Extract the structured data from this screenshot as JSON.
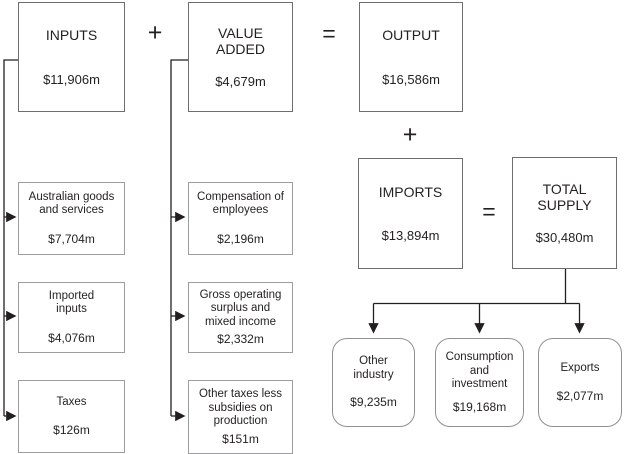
{
  "diagram": {
    "nodes": {
      "inputs": {
        "label": "INPUTS",
        "value": "$11,906m"
      },
      "value_added": {
        "label": "VALUE\nADDED",
        "value": "$4,679m"
      },
      "output": {
        "label": "OUTPUT",
        "value": "$16,586m"
      },
      "imports": {
        "label": "IMPORTS",
        "value": "$13,894m"
      },
      "total_supply": {
        "label": "TOTAL\nSUPPLY",
        "value": "$30,480m"
      },
      "australian_goods": {
        "label": "Australian goods\nand services",
        "value": "$7,704m"
      },
      "imported_inputs": {
        "label": "Imported\ninputs",
        "value": "$4,076m"
      },
      "taxes": {
        "label": "Taxes",
        "value": "$126m"
      },
      "compensation": {
        "label": "Compensation of\nemployees",
        "value": "$2,196m"
      },
      "gross_operating": {
        "label": "Gross operating\nsurplus and\nmixed income",
        "value": "$2,332m"
      },
      "other_taxes": {
        "label": "Other taxes less\nsubsidies on\nproduction",
        "value": "$151m"
      },
      "other_industry": {
        "label": "Other\nindustry",
        "value": "$9,235m"
      },
      "consumption_investment": {
        "label": "Consumption\nand\ninvestment",
        "value": "$19,168m"
      },
      "exports": {
        "label": "Exports",
        "value": "$2,077m"
      }
    },
    "operators": {
      "plus_inputs_value_added": "+",
      "equals_output": "=",
      "plus_output_imports": "+",
      "equals_total_supply": "="
    },
    "colors": {
      "background": "#ffffff",
      "text": "#231f20",
      "connector_line": "#231f20",
      "main_box_border": "#6d6e71",
      "sub_box_border": "#9b9da0",
      "rounded_box_border": "#8e9093"
    }
  }
}
